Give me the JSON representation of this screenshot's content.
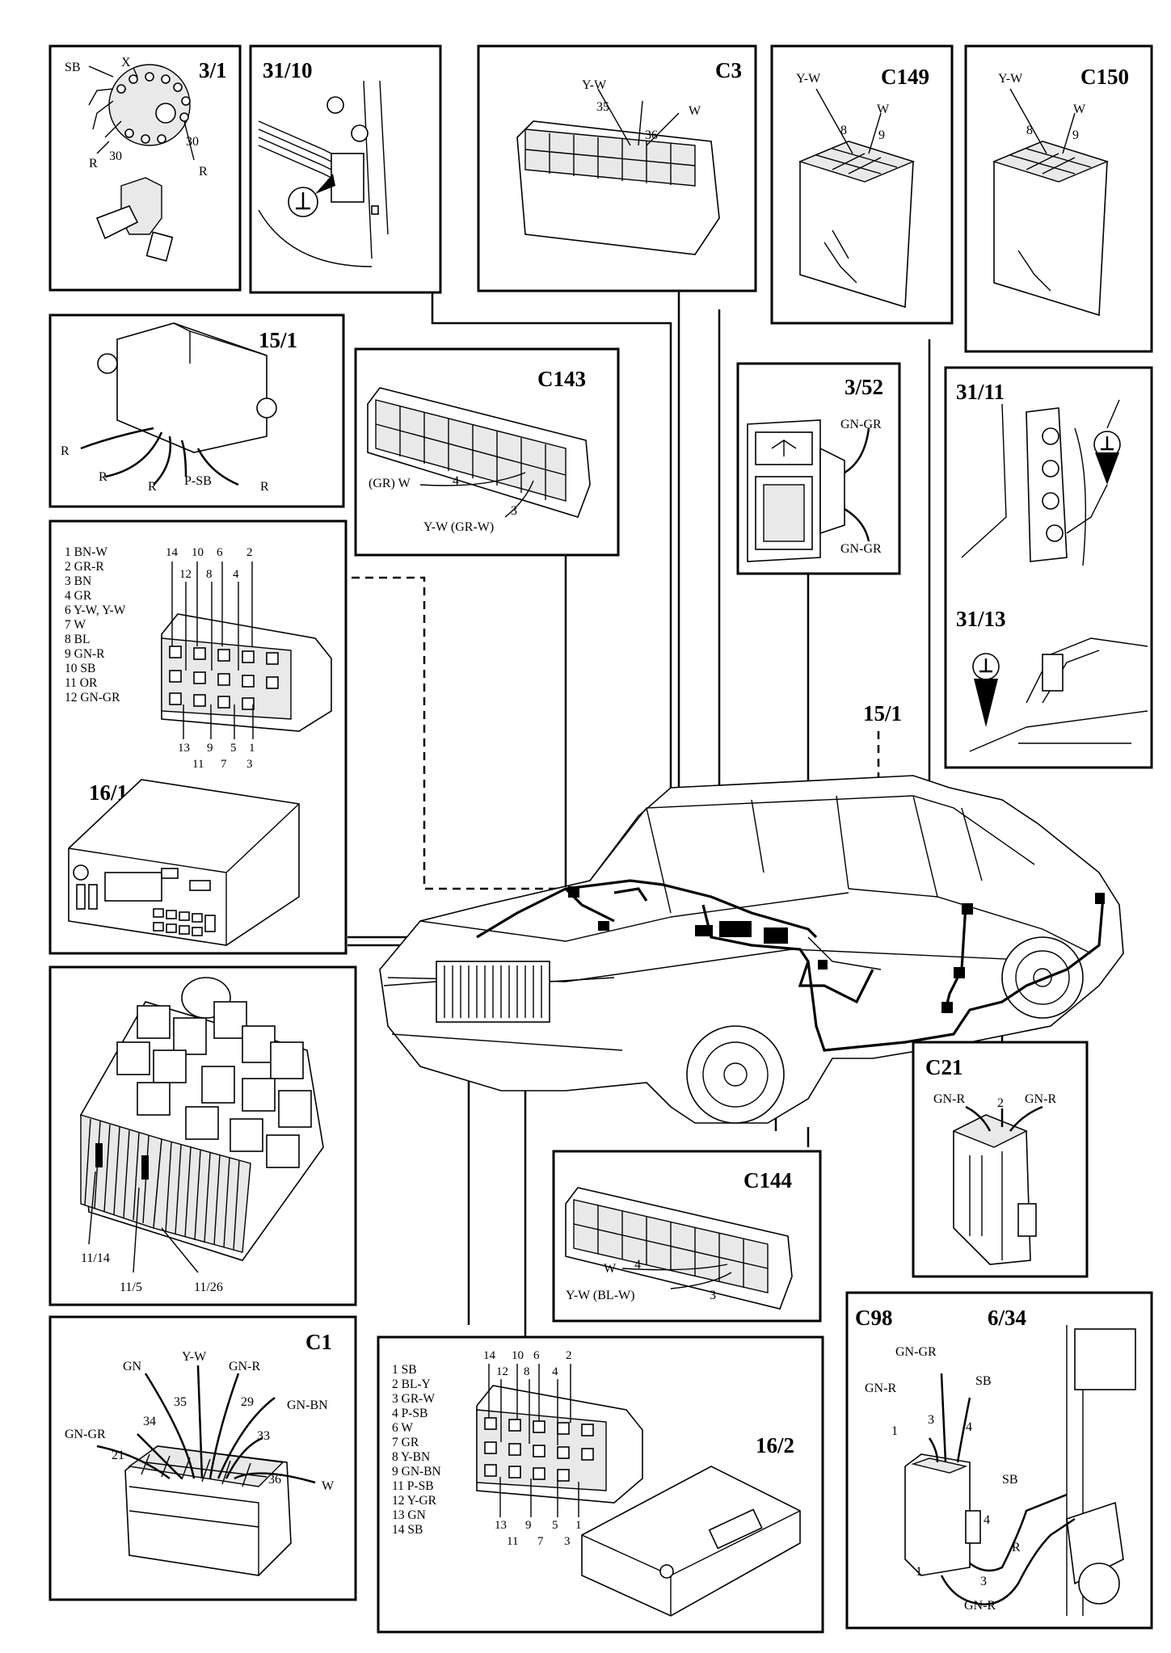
{
  "panels": {
    "p3_1": {
      "title": "3/1",
      "labels": [
        "SB",
        "X",
        "R",
        "30",
        "30",
        "R"
      ]
    },
    "p31_10": {
      "title": "31/10"
    },
    "c3": {
      "title": "C3",
      "labels": [
        "Y-W",
        "35",
        "36",
        "W"
      ]
    },
    "c149": {
      "title": "C149",
      "labels": [
        "Y-W",
        "W",
        "8",
        "9"
      ]
    },
    "c150": {
      "title": "C150",
      "labels": [
        "Y-W",
        "W",
        "8",
        "9"
      ]
    },
    "p15_1": {
      "title": "15/1",
      "labels": [
        "R",
        "R",
        "R",
        "P-SB",
        "R"
      ]
    },
    "c143": {
      "title": "C143",
      "labels": [
        "(GR) W",
        "4",
        "3",
        "Y-W (GR-W)"
      ]
    },
    "p3_52": {
      "title": "3/52",
      "labels": [
        "GN-GR",
        "GN-GR"
      ]
    },
    "p31_11": {
      "title": "31/11"
    },
    "p31_13": {
      "title": "31/13"
    },
    "p16_1": {
      "title": "16/1",
      "list": [
        "1 BN-W",
        "2 GR-R",
        "3 BN",
        "4 GR",
        "6 Y-W, Y-W",
        "7 W",
        "8 BL",
        "9 GN-R",
        "10 SB",
        "11 OR",
        "12 GN-GR"
      ],
      "pins_top": [
        "14",
        "10",
        "6",
        "2"
      ],
      "pins_top2": [
        "12",
        "8",
        "4"
      ],
      "pins_bottom": [
        "13",
        "9",
        "5",
        "1"
      ],
      "pins_bottom2": [
        "11",
        "7",
        "3"
      ]
    },
    "car": {
      "label_15_1": "15/1"
    },
    "fusebox": {
      "labels": [
        "11/14",
        "11/5",
        "11/26"
      ]
    },
    "c21": {
      "title": "C21",
      "labels": [
        "GN-R",
        "2",
        "GN-R"
      ]
    },
    "c144": {
      "title": "C144",
      "labels": [
        "W",
        "4",
        "Y-W (BL-W)",
        "3"
      ]
    },
    "c1": {
      "title": "C1",
      "labels": [
        "GN",
        "Y-W",
        "GN-R",
        "35",
        "29",
        "34",
        "GN-BN",
        "GN-GR",
        "21",
        "33",
        "36",
        "W"
      ]
    },
    "p16_2": {
      "title": "16/2",
      "list": [
        "1 SB",
        "2 BL-Y",
        "3 GR-W",
        "4 P-SB",
        "6 W",
        "7 GR",
        "8 Y-BN",
        "9 GN-BN",
        "11 P-SB",
        "12 Y-GR",
        "13 GN",
        "14 SB"
      ],
      "pins_top": [
        "14",
        "10",
        "6",
        "2"
      ],
      "pins_top2": [
        "12",
        "8",
        "4"
      ],
      "pins_bottom": [
        "13",
        "9",
        "5",
        "1"
      ],
      "pins_bottom2": [
        "11",
        "7",
        "3"
      ]
    },
    "c98": {
      "title": "C98",
      "title2": "6/34",
      "labels": [
        "GN-GR",
        "SB",
        "GN-R",
        "3",
        "4",
        "1",
        "SB",
        "4",
        "R",
        "1",
        "3",
        "GN-R"
      ]
    }
  }
}
